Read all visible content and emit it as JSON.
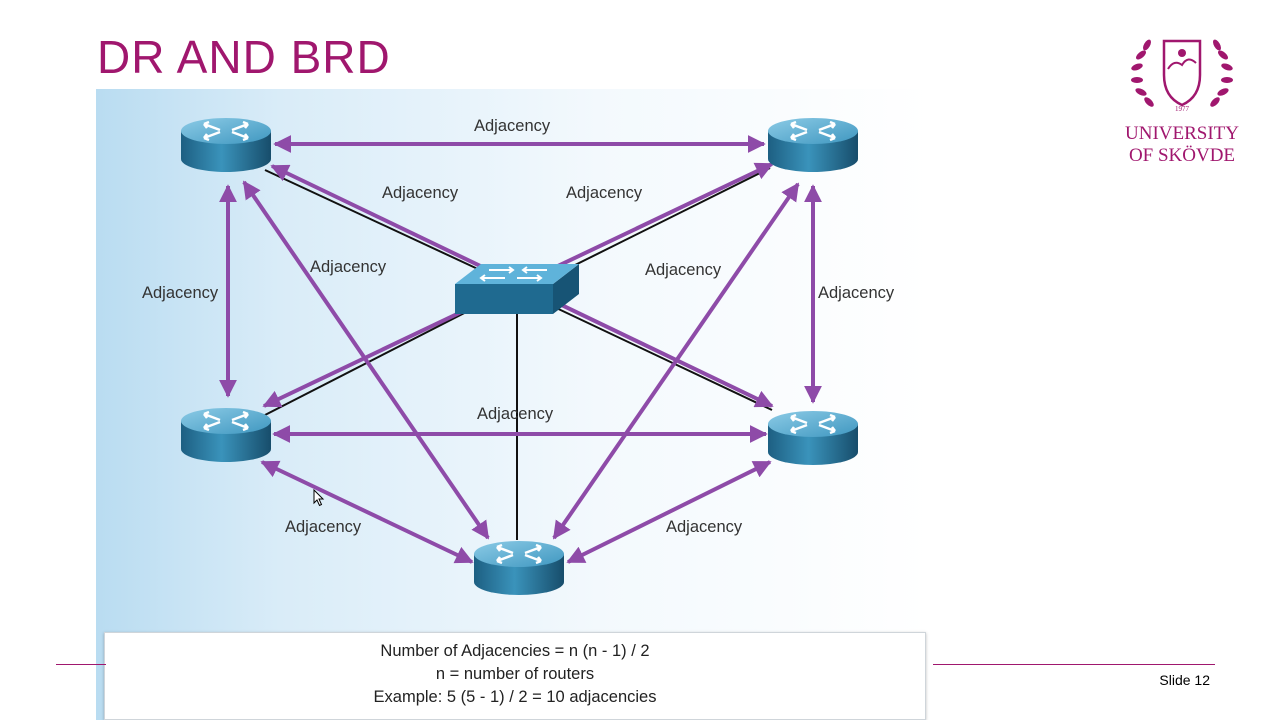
{
  "slide": {
    "title": "DR AND BRD",
    "number_label": "Slide 12",
    "accent_color": "#a0176e"
  },
  "logo": {
    "year": "1977",
    "line1": "UNIVERSITY",
    "line2": "OF SKÖVDE"
  },
  "diagram": {
    "edge_label": "Adjacency",
    "arrow_color": "#8e4ba8",
    "routers": [
      "router-top-left",
      "router-top-right",
      "router-middle-left",
      "router-middle-right",
      "router-bottom"
    ],
    "switch": "switch-center",
    "formula": {
      "line1": "Number of Adjacencies = n (n - 1) / 2",
      "line2": "n = number of routers",
      "line3": "Example: 5 (5 - 1) / 2 = 10 adjacencies"
    }
  }
}
